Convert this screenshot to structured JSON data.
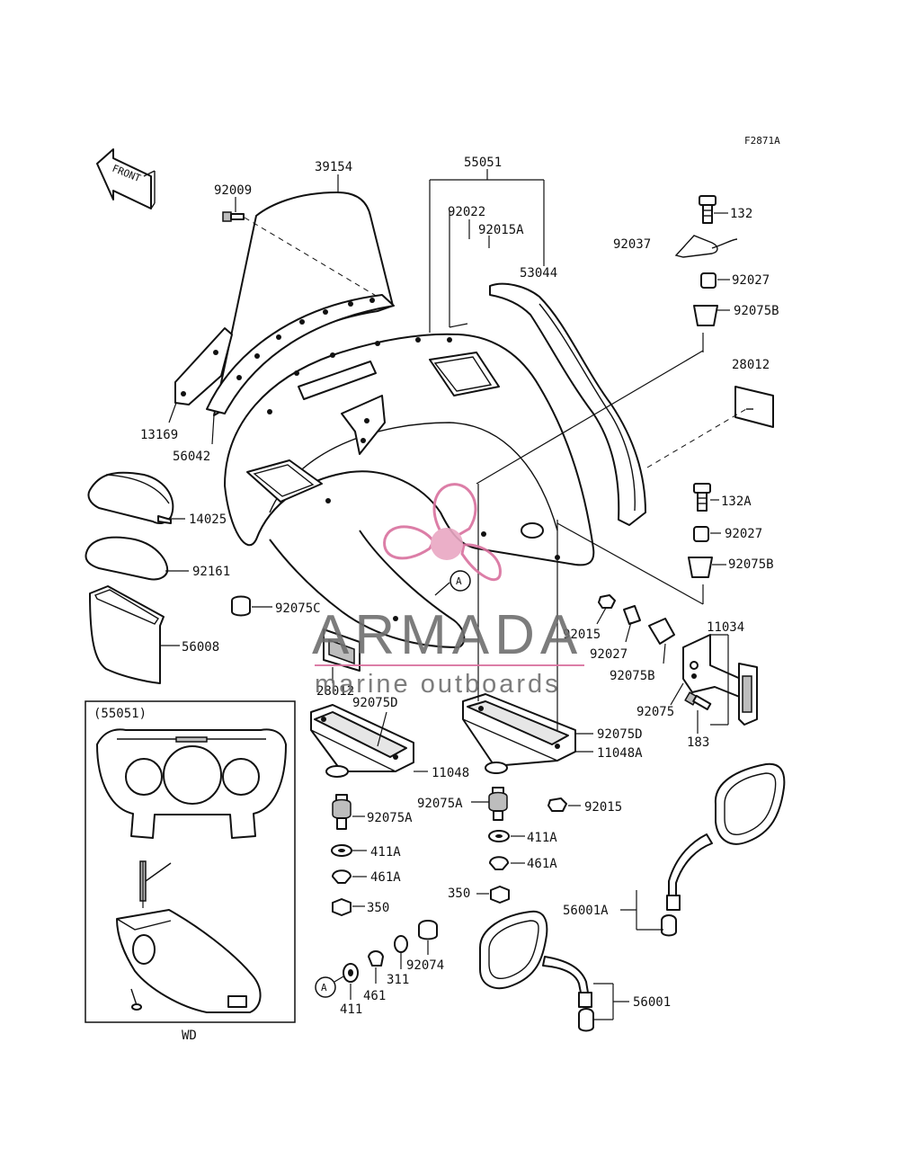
{
  "figure_code": "F2871A",
  "front_label": "FRONT",
  "inset": {
    "title": "(55051)",
    "caption": "WD"
  },
  "circle_marker": "A",
  "watermark": {
    "brand": "ARMADA",
    "tagline": "marine outboards",
    "accent_color": "#d9719e"
  },
  "parts": {
    "p39154": "39154",
    "p55051": "55051",
    "p92009": "92009",
    "p92022": "92022",
    "p92015A": "92015A",
    "p53044": "53044",
    "p92037": "92037",
    "p132": "132",
    "p92027_top": "92027",
    "p92075B_top": "92075B",
    "p28012_right": "28012",
    "p13169": "13169",
    "p56042": "56042",
    "p14025": "14025",
    "p92161": "92161",
    "p92075C": "92075C",
    "p56008": "56008",
    "p28012_left": "28012",
    "p132A": "132A",
    "p92027_mid": "92027",
    "p92075B_mid": "92075B",
    "p92015_mid": "92015",
    "p92027_low": "92027",
    "p92075B_low": "92075B",
    "p11034": "11034",
    "p92075": "92075",
    "p183": "183",
    "p92075D_left": "92075D",
    "p92075D_right": "92075D",
    "p11048A": "11048A",
    "p11048": "11048",
    "p92075A_left": "92075A",
    "p92075A_right": "92075A",
    "p92015_low": "92015",
    "p411A_left": "411A",
    "p411A_right": "411A",
    "p461A_left": "461A",
    "p461A_right": "461A",
    "p350_left": "350",
    "p350_right": "350",
    "p92074": "92074",
    "p311": "311",
    "p461": "461",
    "p411": "411",
    "p56001A": "56001A",
    "p56001": "56001"
  }
}
